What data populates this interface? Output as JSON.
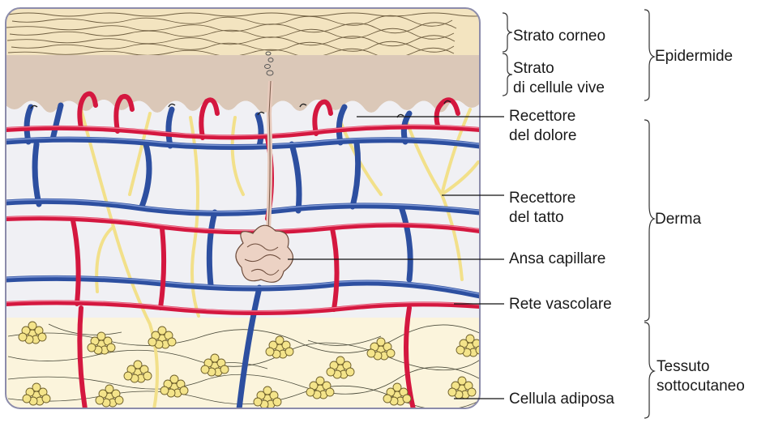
{
  "labels": {
    "strato_corneo": "Strato corneo",
    "strato_vive_line1": "Strato",
    "strato_vive_line2": "di cellule vive",
    "epidermide": "Epidermide",
    "recettore_dolore_line1": "Recettore",
    "recettore_dolore_line2": "del dolore",
    "recettore_tatto_line1": "Recettore",
    "recettore_tatto_line2": "del tatto",
    "derma": "Derma",
    "ansa_capillare": "Ansa capillare",
    "rete_vascolare": "Rete vascolare",
    "tessuto_line1": "Tessuto",
    "tessuto_line2": "sottocutaneo",
    "cellula_adiposa": "Cellula adiposa"
  },
  "colors": {
    "artery": "#d4173f",
    "vein": "#2d4fa0",
    "nerve": "#f2e08a",
    "corneum": "#f3e4c0",
    "living_layer": "#dbc8b8",
    "dermis": "#f0f0f4",
    "subcutis": "#fbf4dc",
    "fat_cell": "#f4e48a",
    "frame": "#8c8cab"
  }
}
